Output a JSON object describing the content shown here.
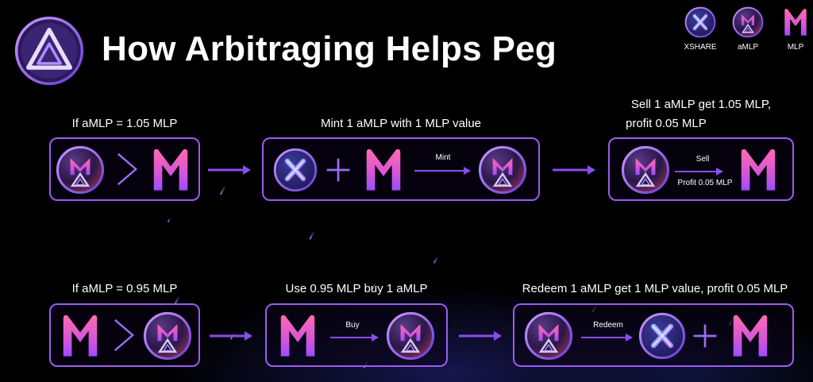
{
  "header": {
    "title": "How Arbitraging Helps Peg"
  },
  "legend": [
    {
      "icon": "xshare-token-icon",
      "label": "XSHARE"
    },
    {
      "icon": "amlp-token-icon",
      "label": "aMLP"
    },
    {
      "icon": "mlp-token-icon",
      "label": "MLP"
    }
  ],
  "scenario_1": {
    "condition": "If aMLP = 1.05 MLP",
    "step_mint": "Mint 1 aMLP with 1 MLP value",
    "mint_label": "Mint",
    "step_sell_line1": "Sell 1 aMLP get 1.05 MLP,",
    "step_sell_line2": "profit 0.05 MLP",
    "sell_label": "Sell",
    "profit_label": "Profit 0.05 MLP"
  },
  "scenario_2": {
    "condition": "If aMLP = 0.95 MLP",
    "step_buy": "Use 0.95 MLP buy 1 aMLP",
    "buy_label": "Buy",
    "step_redeem": "Redeem 1 aMLP get 1 MLP value, profit 0.05 MLP",
    "redeem_label": "Redeem"
  },
  "colors": {
    "box_border": "#9b5cf0",
    "arrow": "#8b4cf0",
    "mlp_gradient_top": "#ff5fa8",
    "mlp_gradient_bottom": "#a64dff"
  }
}
